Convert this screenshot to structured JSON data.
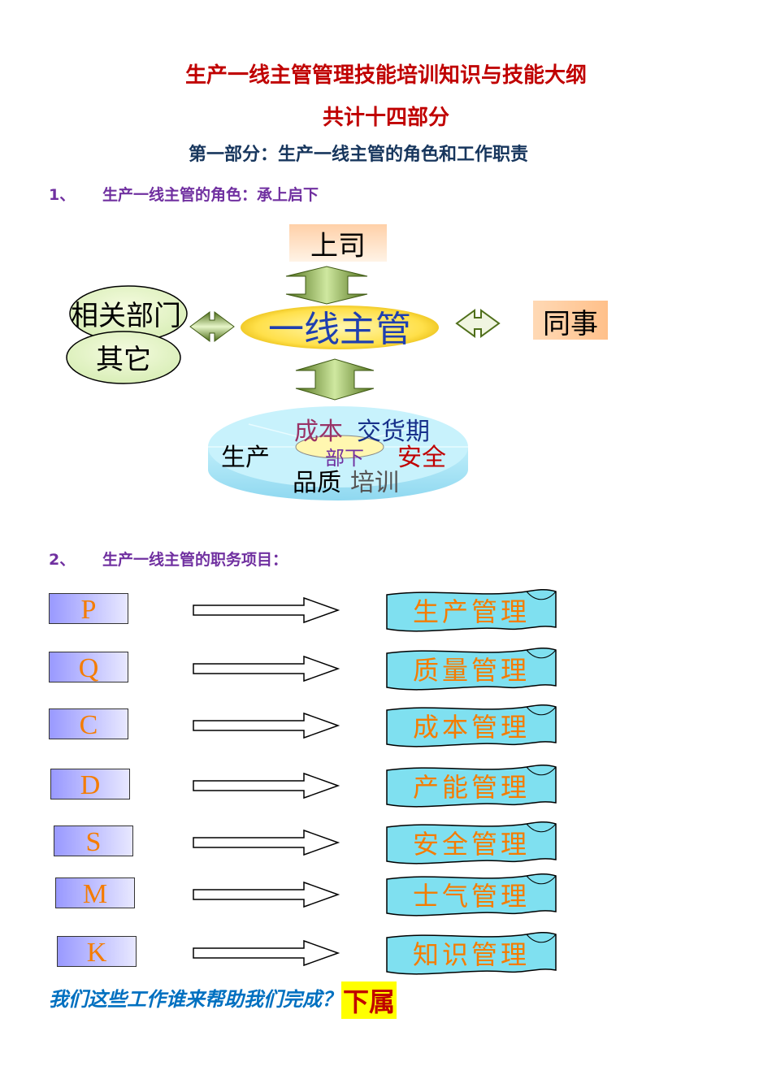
{
  "header": {
    "title": "生产一线主管管理技能培训知识与技能大纲",
    "subtitle": "共计十四部分",
    "part_title": "第一部分：生产一线主管的角色和工作职责"
  },
  "section1": {
    "number": "1、",
    "heading": "生产一线主管的角色：承上启下",
    "diagram": {
      "boss": "上司",
      "center": "一线主管",
      "peer": "同事",
      "dept": "相关部门",
      "other": "其它",
      "subordinate": "部下",
      "areas": [
        "成本",
        "交货期",
        "生产",
        "安全",
        "品质",
        "培训"
      ]
    }
  },
  "section2": {
    "number": "2、",
    "heading": "生产一线主管的职务项目：",
    "items": [
      {
        "letter": "P",
        "label": "生产管理"
      },
      {
        "letter": "Q",
        "label": "质量管理"
      },
      {
        "letter": "C",
        "label": "成本管理"
      },
      {
        "letter": "D",
        "label": "产能管理"
      },
      {
        "letter": "S",
        "label": "安全管理"
      },
      {
        "letter": "M",
        "label": "士气管理"
      },
      {
        "letter": "K",
        "label": "知识管理"
      }
    ]
  },
  "footer": {
    "question": "我们这些工作谁来帮助我们完成？",
    "answer": "下属"
  },
  "colors": {
    "title": "#c00000",
    "part_title": "#17365d",
    "section": "#7030a0",
    "footer": "#0070c0",
    "arrow": "#6b8e23",
    "banner": "#7fe0f0",
    "letter_text": "#f57c00"
  }
}
